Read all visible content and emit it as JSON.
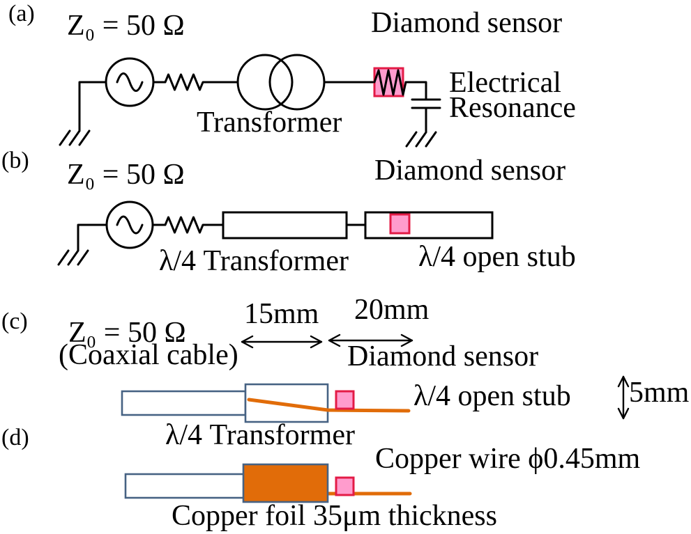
{
  "colors": {
    "ink": "#000000",
    "pink-fill": "#ff9ccd",
    "pink-stroke": "#e31b46",
    "orange": "#e16c09",
    "box-border": "#466283",
    "background": "#ffffff"
  },
  "panel_a": {
    "tag": "(a)",
    "impedance_label": "Z₀ = 50 Ω",
    "sensor_label": "Diamond sensor",
    "transformer_label": "Transformer",
    "resonance_label_line1": "Electrical",
    "resonance_label_line2": "Resonance"
  },
  "panel_b": {
    "tag": "(b)",
    "impedance_label": "Z₀ = 50 Ω",
    "sensor_label": "Diamond sensor",
    "transformer_label": "λ/4 Transformer",
    "stub_label": "λ/4 open stub"
  },
  "panel_c": {
    "tag": "(c)",
    "dim_transformer": "15mm",
    "dim_stub": "20mm",
    "impedance_label": "Z₀ = 50 Ω",
    "cable_label": "(Coaxial cable)",
    "sensor_label": "Diamond sensor",
    "stub_label": "λ/4 open stub",
    "dim_height": "5mm",
    "transformer_label": "λ/4 Transformer"
  },
  "panel_d": {
    "tag": "(d)",
    "copper_wire_label": "Copper wire ϕ0.45mm",
    "copper_foil_label": "Copper foil 35μm thickness"
  }
}
